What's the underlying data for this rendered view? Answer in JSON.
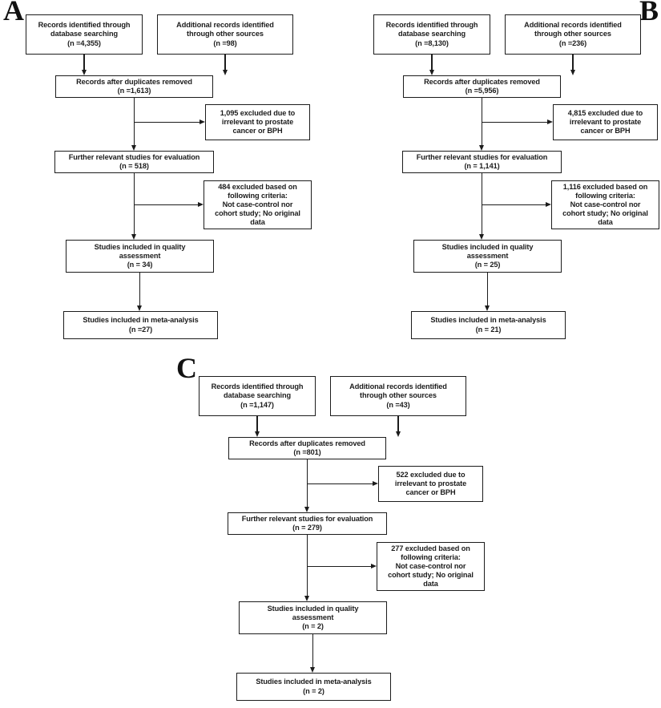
{
  "figure": {
    "type": "prisma-flow-diagram",
    "description_colors": {
      "box_border": "#1c1c1c",
      "text": "#1c1c1c",
      "background": "#ffffff"
    }
  },
  "panels": [
    {
      "label": "A",
      "boxes": {
        "records_db": "Records identified through\ndatabase searching\n(n =4,355)",
        "additional": "Additional records identified\nthrough other sources\n(n =98)",
        "duplicates": "Records after duplicates removed\n(n =1,613)",
        "excluded_irrelevant": "1,095 excluded due to\nirrelevant to prostate\ncancer or BPH",
        "evaluation": "Further relevant studies for evaluation\n(n = 518)",
        "excluded_criteria": "484 excluded based on\nfollowing criteria:\nNot case-control nor\ncohort study; No original\ndata",
        "quality": "Studies included in quality\nassessment\n(n = 34)",
        "meta": "Studies included in meta-analysis\n(n =27)"
      }
    },
    {
      "label": "B",
      "boxes": {
        "records_db": "Records identified through\ndatabase searching\n(n =8,130)",
        "additional": "Additional records identified\nthrough other sources\n(n =236)",
        "duplicates": "Records after duplicates removed\n(n =5,956)",
        "excluded_irrelevant": "4,815 excluded due to\nirrelevant to prostate\ncancer or BPH",
        "evaluation": "Further relevant studies for evaluation\n(n = 1,141)",
        "excluded_criteria": "1,116 excluded based on\nfollowing criteria:\nNot case-control nor\ncohort study; No original\ndata",
        "quality": "Studies included in quality\nassessment\n(n = 25)",
        "meta": "Studies included in meta-analysis\n(n = 21)"
      }
    },
    {
      "label": "C",
      "boxes": {
        "records_db": "Records identified through\ndatabase searching\n(n =1,147)",
        "additional": "Additional records identified\nthrough other sources\n(n =43)",
        "duplicates": "Records after duplicates removed\n(n =801)",
        "excluded_irrelevant": "522 excluded due to\nirrelevant to prostate\ncancer or BPH",
        "evaluation": "Further relevant studies for evaluation\n(n = 279)",
        "excluded_criteria": "277 excluded based on\nfollowing criteria:\nNot case-control nor\ncohort study; No original\ndata",
        "quality": "Studies included in quality\nassessment\n(n = 2)",
        "meta": "Studies included in meta-analysis\n(n = 2)"
      }
    }
  ]
}
